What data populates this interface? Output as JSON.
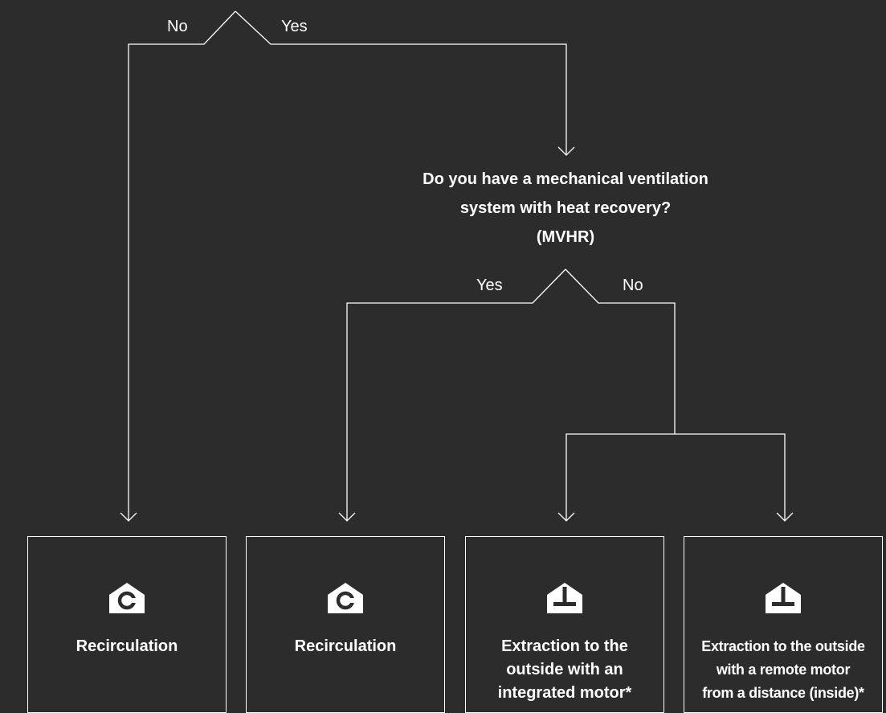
{
  "colors": {
    "background": "#2d2c2c",
    "foreground": "#ffffff"
  },
  "top_branch": {
    "no_label": "No",
    "yes_label": "Yes"
  },
  "question": {
    "lines": [
      "Do you have a mechanical ventilation",
      "system with heat recovery?",
      "(MVHR)"
    ]
  },
  "second_branch": {
    "yes_label": "Yes",
    "no_label": "No"
  },
  "outcomes": [
    {
      "icon": "house-recirculation-icon",
      "lines": [
        "Recirculation"
      ]
    },
    {
      "icon": "house-recirculation-icon",
      "lines": [
        "Recirculation"
      ]
    },
    {
      "icon": "house-extraction-icon",
      "lines": [
        "Extraction to the",
        "outside with an",
        "integrated motor*"
      ]
    },
    {
      "icon": "house-extraction-icon",
      "lines": [
        "Extraction to the outside",
        "with a remote motor",
        "from a distance (inside)*"
      ]
    }
  ]
}
